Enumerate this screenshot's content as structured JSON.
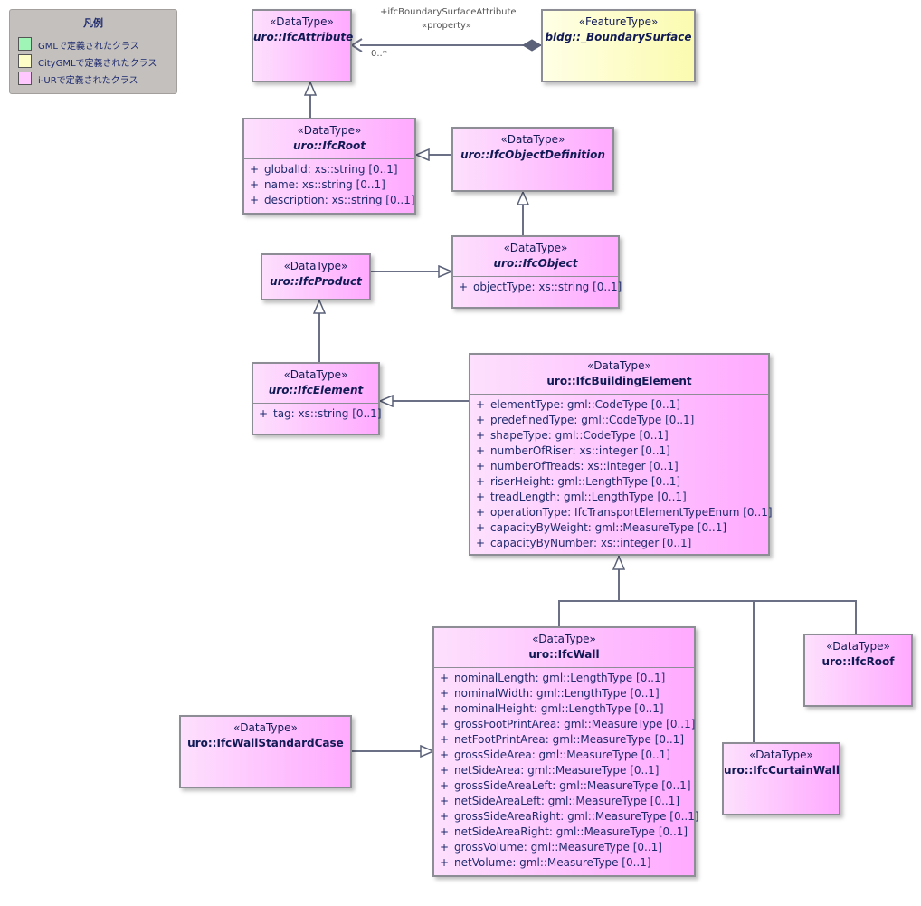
{
  "legend": {
    "title": "凡例",
    "items": [
      {
        "label": "GMLで定義されたクラス",
        "color": "#9ef5b5"
      },
      {
        "label": "CityGMLで定義されたクラス",
        "color": "#fdfdc8"
      },
      {
        "label": "i-URで定義されたクラス",
        "color": "#ffc8ff"
      }
    ]
  },
  "association": {
    "role": "+ifcBoundarySurfaceAttribute",
    "stereotype": "«property»",
    "multiplicity": "0..*"
  },
  "classes": {
    "ifcAttribute": {
      "stereotype": "«DataType»",
      "name": "uro::IfcAttribute",
      "attributes": []
    },
    "boundarySurface": {
      "stereotype": "«FeatureType»",
      "name": "bldg::_BoundarySurface",
      "attributes": []
    },
    "ifcRoot": {
      "stereotype": "«DataType»",
      "name": "uro::IfcRoot",
      "attributes": [
        {
          "vis": "+",
          "text": "globalId: xs::string [0..1]"
        },
        {
          "vis": "+",
          "text": "name: xs::string [0..1]"
        },
        {
          "vis": "+",
          "text": "description: xs::string [0..1]"
        }
      ]
    },
    "ifcObjectDefinition": {
      "stereotype": "«DataType»",
      "name": "uro::IfcObjectDefinition",
      "attributes": []
    },
    "ifcObject": {
      "stereotype": "«DataType»",
      "name": "uro::IfcObject",
      "attributes": [
        {
          "vis": "+",
          "text": "objectType: xs::string [0..1]"
        }
      ]
    },
    "ifcProduct": {
      "stereotype": "«DataType»",
      "name": "uro::IfcProduct",
      "attributes": []
    },
    "ifcElement": {
      "stereotype": "«DataType»",
      "name": "uro::IfcElement",
      "attributes": [
        {
          "vis": "+",
          "text": "tag: xs::string [0..1]"
        }
      ]
    },
    "ifcBuildingElement": {
      "stereotype": "«DataType»",
      "name": "uro::IfcBuildingElement",
      "attributes": [
        {
          "vis": "+",
          "text": "elementType: gml::CodeType [0..1]"
        },
        {
          "vis": "+",
          "text": "predefinedType: gml::CodeType [0..1]"
        },
        {
          "vis": "+",
          "text": "shapeType: gml::CodeType [0..1]"
        },
        {
          "vis": "+",
          "text": "numberOfRiser: xs::integer [0..1]"
        },
        {
          "vis": "+",
          "text": "numberOfTreads: xs::integer [0..1]"
        },
        {
          "vis": "+",
          "text": "riserHeight: gml::LengthType [0..1]"
        },
        {
          "vis": "+",
          "text": "treadLength: gml::LengthType [0..1]"
        },
        {
          "vis": "+",
          "text": "operationType: IfcTransportElementTypeEnum [0..1]"
        },
        {
          "vis": "+",
          "text": "capacityByWeight: gml::MeasureType [0..1]"
        },
        {
          "vis": "+",
          "text": "capacityByNumber: xs::integer [0..1]"
        }
      ]
    },
    "ifcWall": {
      "stereotype": "«DataType»",
      "name": "uro::IfcWall",
      "attributes": [
        {
          "vis": "+",
          "text": "nominalLength: gml::LengthType [0..1]"
        },
        {
          "vis": "+",
          "text": "nominalWidth: gml::LengthType [0..1]"
        },
        {
          "vis": "+",
          "text": "nominalHeight: gml::LengthType [0..1]"
        },
        {
          "vis": "+",
          "text": "grossFootPrintArea: gml::MeasureType [0..1]"
        },
        {
          "vis": "+",
          "text": "netFootPrintArea: gml::MeasureType [0..1]"
        },
        {
          "vis": "+",
          "text": "grossSideArea: gml::MeasureType [0..1]"
        },
        {
          "vis": "+",
          "text": "netSideArea: gml::MeasureType [0..1]"
        },
        {
          "vis": "+",
          "text": "grossSideAreaLeft: gml::MeasureType [0..1]"
        },
        {
          "vis": "+",
          "text": "netSideAreaLeft: gml::MeasureType [0..1]"
        },
        {
          "vis": "+",
          "text": "grossSideAreaRight: gml::MeasureType [0..1]"
        },
        {
          "vis": "+",
          "text": "netSideAreaRight: gml::MeasureType [0..1]"
        },
        {
          "vis": "+",
          "text": "grossVolume: gml::MeasureType [0..1]"
        },
        {
          "vis": "+",
          "text": "netVolume: gml::MeasureType [0..1]"
        }
      ]
    },
    "ifcWallStandardCase": {
      "stereotype": "«DataType»",
      "name": "uro::IfcWallStandardCase",
      "attributes": []
    },
    "ifcRoof": {
      "stereotype": "«DataType»",
      "name": "uro::IfcRoof",
      "attributes": []
    },
    "ifcCurtainWall": {
      "stereotype": "«DataType»",
      "name": "uro::IfcCurtainWall",
      "attributes": []
    }
  }
}
